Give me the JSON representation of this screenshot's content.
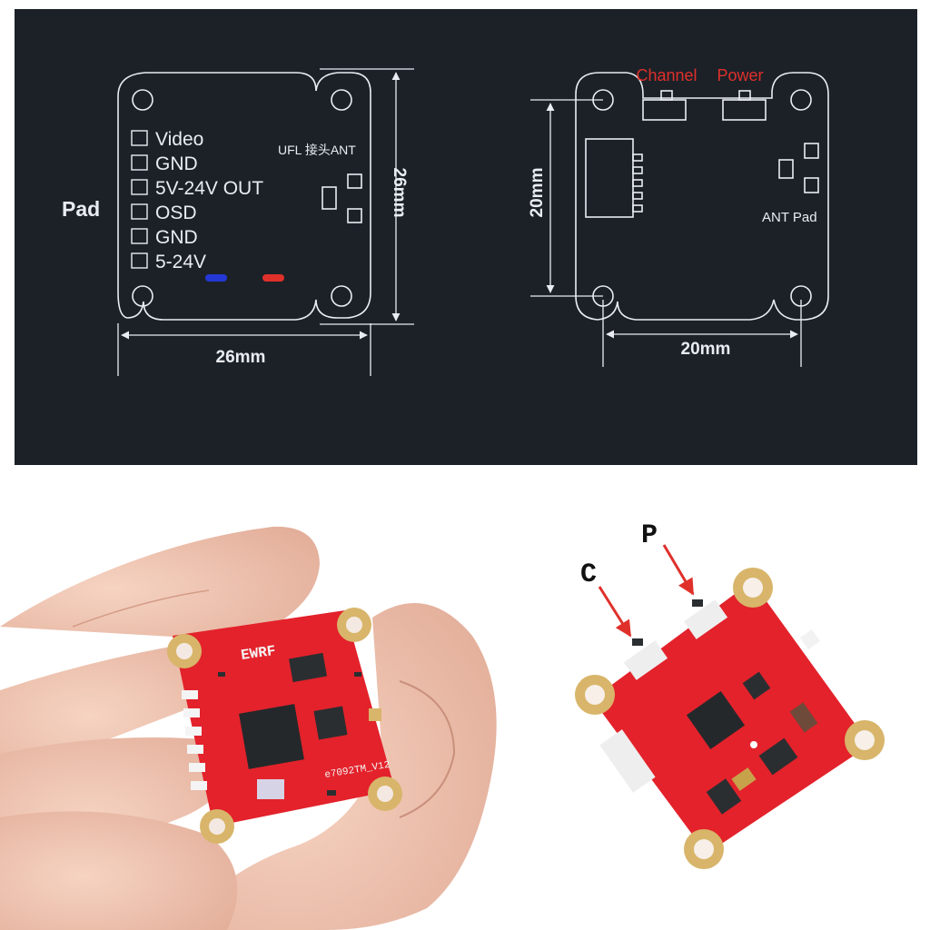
{
  "diagram_left": {
    "side_label": "Pad",
    "pads": [
      "Video",
      "GND",
      "5V-24V OUT",
      "OSD",
      "GND",
      "5-24V"
    ],
    "ufl_label": "UFL 接头ANT",
    "height_dim": "26mm",
    "width_dim": "26mm",
    "led_colors": [
      "#2438d6",
      "#e0302a"
    ]
  },
  "diagram_right": {
    "channel_label": "Channel",
    "power_label": "Power",
    "ant_pad_label": "ANT Pad",
    "height_dim": "20mm",
    "width_dim": "20mm"
  },
  "photo_left": {
    "brand_text": "EWRF",
    "model_text": "e7092TM_V12"
  },
  "photo_right": {
    "c_label": "C",
    "p_label": "P"
  },
  "colors": {
    "panel_bg": "#1c2128",
    "line": "#e9edf2",
    "red_label": "#e0302a",
    "pcb_red": "#e3222b",
    "gold": "#d8b56a"
  }
}
